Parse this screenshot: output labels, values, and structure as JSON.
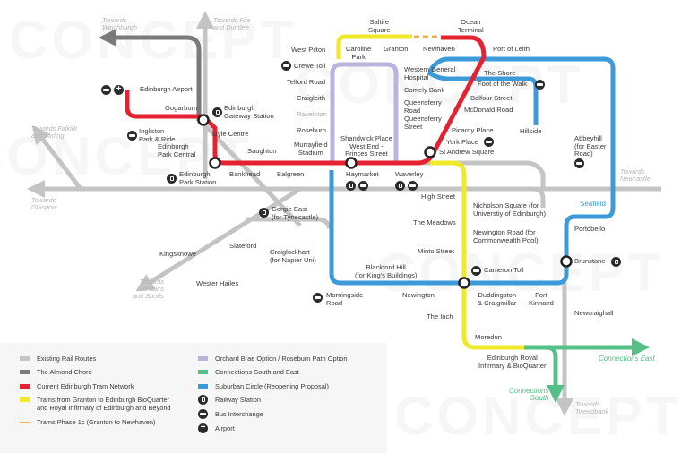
{
  "watermark": "CONCEPT",
  "colors": {
    "existing_rail": "#c4c4c4",
    "almond_chord": "#7a7a7a",
    "tram_current": "#e52231",
    "tram_granton": "#f0e92a",
    "tram_phase1c": "#f0b050",
    "orchard_brae": "#b8b4dc",
    "connections": "#55c088",
    "suburban_circle": "#3c9ad8"
  },
  "directions": {
    "winchburgh": "Towards\nWinchburgh",
    "fife": "Towards Fife\nand Dundee",
    "falkirk": "Towards Falkirk\nand Stirling",
    "glasgow": "Towards\nGlasgow",
    "carstairs": "Towards\nCarstairs\nand Shotts",
    "newcastle": "Towards\nNewcastle",
    "tweedbank": "Towards\nTweedbank",
    "connections_east": "Connections East",
    "connections_south": "Connections\nSouth",
    "seafield": "Seafield"
  },
  "stations": {
    "edinburgh_airport": "Edinburgh Airport",
    "gogarburn": "Gogarburn",
    "gateway": "Edinburgh\nGateway Station",
    "ingliston": "Ingliston\nPark & Ride",
    "gyle_centre": "Gyle Centre",
    "park_central": "Edinburgh\nPark Central",
    "park_station": "Edinburgh\nPark Station",
    "bankhead": "Bankhead",
    "saughton": "Saughton",
    "balgreen": "Balgreen",
    "murrayfield": "Murrayfield\nStadium",
    "shandwick": "Shandwick Place\nWest End -\nPrinces Street",
    "haymarket": "Haymarket",
    "waverley": "Waverley",
    "st_andrew": "St Andrew Square",
    "york_place": "York Place",
    "picardy": "Picardy Place",
    "mcdonald": "McDonald Road",
    "balfour": "Balfour Street",
    "foot_walk": "Foot of the Walk",
    "shore": "The Shore",
    "port_leith": "Port of Leith",
    "ocean_terminal": "Ocean\nTerminal",
    "newhaven": "Newhaven",
    "granton": "Granton",
    "saltire": "Saltire\nSquare",
    "caroline_park": "Caroline\nPark",
    "west_pilton": "West Pilton",
    "crewe_toll": "Crewe Toll",
    "telford": "Telford Road",
    "craigleith": "Craigleith",
    "ravelston": "Ravelston",
    "roseburn": "Roseburn",
    "western_general": "Western General\nHospital",
    "comely_bank": "Comely Bank",
    "qf_road": "Queensferry\nRoad",
    "qf_street": "Queensferry\nStreet",
    "hillside": "Hillside",
    "abbeyhill": "Abbeyhill\n(for Easter\nRoad)",
    "high_street": "High Street",
    "nicholson": "Nicholson Square (for\nUniverstiy of Edinburgh)",
    "meadows": "The Meadows",
    "newington_road": "Newington Road (for\nCommonwealth Pool)",
    "minto": "Minto Street",
    "cameron_toll": "Cameron Toll",
    "blackford": "Blackford Hill\n(for King's Buildings)",
    "morningside": "Morningside\nRoad",
    "newington": "Newington",
    "duddingston": "Duddingston\n& Craigmillar",
    "fort_kinnaird": "Fort\nKinnaird",
    "portobello": "Portobello",
    "brunstane": "Brunstane",
    "newcraighall": "Newcraighall",
    "the_inch": "The Inch",
    "moredun": "Moredun",
    "royal_infirmary": "Edinburgh Royal\nInfirmary & BioQuarter",
    "gorgie_east": "Gorgie East\n(for Tynecastle)",
    "slateford": "Slateford",
    "kingsknowe": "Kingsknowe",
    "craiglockhart": "Craiglockhart\n(for Napier Uni)",
    "wester_hailes": "Wester Hailes"
  },
  "legend": {
    "items": [
      {
        "label": "Existing Rail Routes",
        "swatch": "#c4c4c4"
      },
      {
        "label": "The Almond Chord",
        "swatch": "#7a7a7a"
      },
      {
        "label": "Current Edinburgh Tram Network",
        "swatch": "#e52231"
      },
      {
        "label": "Trams from Granton to Edinburgh BioQuarter\nand Royal Infirmary of Edinburgh and Beyond",
        "swatch": "#f0e92a"
      },
      {
        "label": "Trams Phase 1c (Granton to Newhaven)",
        "swatch": "dashed #f0b050"
      },
      {
        "label": "Orchard Brae Option / Roseburn Path Option",
        "swatch": "#b8b4dc"
      },
      {
        "label": "Connections South and East",
        "swatch": "#55c088"
      },
      {
        "label": "Suburban Circle (Reopening Proposal)",
        "swatch": "#3c9ad8"
      },
      {
        "label": "Railway Station",
        "icon": "railway-station-icon"
      },
      {
        "label": "Bus Interchange",
        "icon": "bus-interchange-icon"
      },
      {
        "label": "Airport",
        "icon": "airport-icon"
      }
    ]
  }
}
